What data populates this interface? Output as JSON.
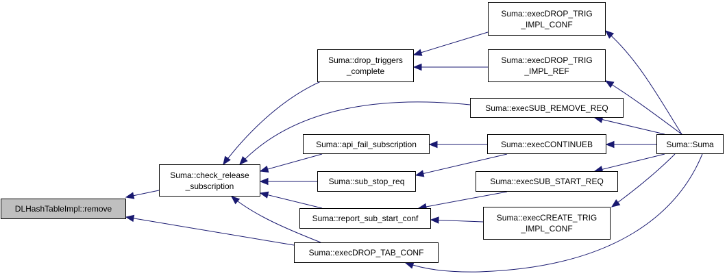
{
  "colors": {
    "edge": "#191970",
    "root_fill": "#bfbfbf",
    "node_fill": "#ffffff",
    "border": "#000000"
  },
  "nodes": {
    "remove": {
      "lines": [
        "DLHashTableImpl::remove"
      ]
    },
    "check_release": {
      "lines": [
        "Suma::check_release",
        "_subscription"
      ]
    },
    "drop_triggers": {
      "lines": [
        "Suma::drop_triggers",
        "_complete"
      ]
    },
    "api_fail": {
      "lines": [
        "Suma::api_fail_subscription"
      ]
    },
    "sub_stop_req": {
      "lines": [
        "Suma::sub_stop_req"
      ]
    },
    "report_sub": {
      "lines": [
        "Suma::report_sub_start_conf"
      ]
    },
    "drop_tab_conf": {
      "lines": [
        "Suma::execDROP_TAB_CONF"
      ]
    },
    "drop_trig_conf": {
      "lines": [
        "Suma::execDROP_TRIG",
        "_IMPL_CONF"
      ]
    },
    "drop_trig_ref": {
      "lines": [
        "Suma::execDROP_TRIG",
        "_IMPL_REF"
      ]
    },
    "sub_remove_req": {
      "lines": [
        "Suma::execSUB_REMOVE_REQ"
      ]
    },
    "continueb": {
      "lines": [
        "Suma::execCONTINUEB"
      ]
    },
    "sub_start_req": {
      "lines": [
        "Suma::execSUB_START_REQ"
      ]
    },
    "create_trig": {
      "lines": [
        "Suma::execCREATE_TRIG",
        "_IMPL_CONF"
      ]
    },
    "suma": {
      "lines": [
        "Suma::Suma"
      ]
    }
  }
}
